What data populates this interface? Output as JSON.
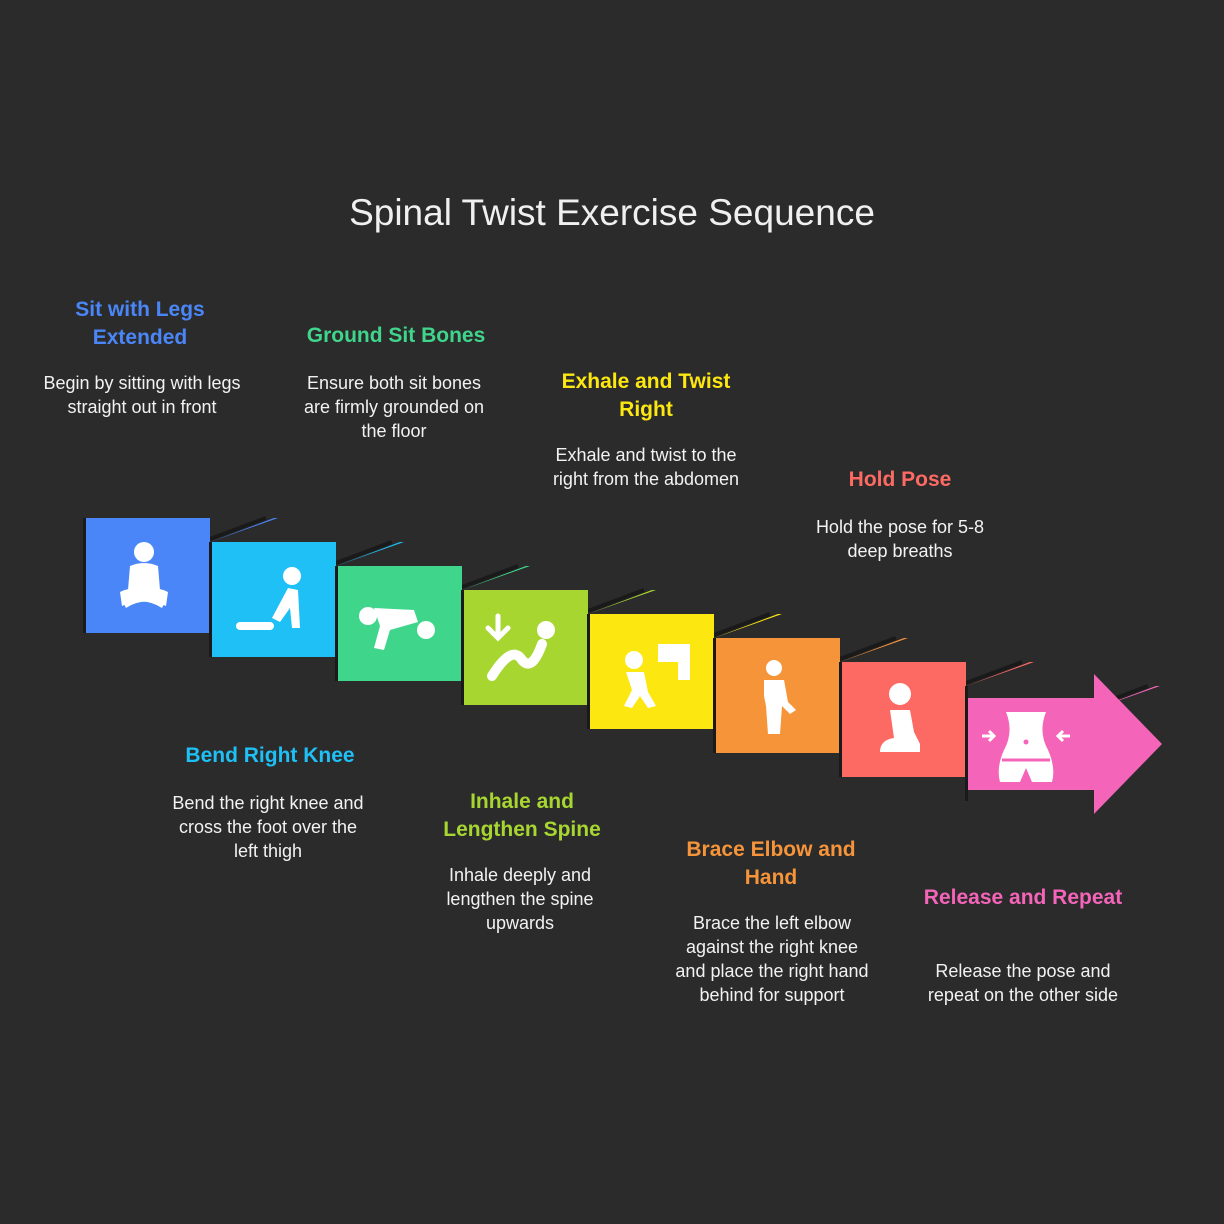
{
  "title": "Spinal Twist Exercise Sequence",
  "steps": [
    {
      "label": "Sit with Legs Extended",
      "description": "Begin by sitting with legs straight out in front",
      "color": "#4a86f7",
      "icon": "seated-meditation-icon"
    },
    {
      "label": "Bend Right Knee",
      "description": "Bend the right knee and cross the foot over the left thigh",
      "color": "#1ec0f5",
      "icon": "kneeling-figure-icon"
    },
    {
      "label": "Ground Sit Bones",
      "description": "Ensure both sit bones are firmly grounded on the floor",
      "color": "#3fd68c",
      "icon": "stretching-figure-icon"
    },
    {
      "label": "Inhale and Lengthen Spine",
      "description": "Inhale deeply and lengthen the spine upwards",
      "color": "#a7d631",
      "icon": "arrow-down-figure-icon"
    },
    {
      "label": "Exhale and Twist Right",
      "description": "Exhale and twist to the right from the abdomen",
      "color": "#fde711",
      "icon": "figure-with-sign-icon"
    },
    {
      "label": "Brace Elbow and Hand",
      "description": "Brace the left elbow against the right knee and place the right hand behind for support",
      "color": "#f6943a",
      "icon": "standing-figure-icon"
    },
    {
      "label": "Hold Pose",
      "description": "Hold the pose for 5-8 deep breaths",
      "color": "#fd6a63",
      "icon": "kneeling-pose-icon"
    },
    {
      "label": "Release and Repeat",
      "description": "Release the pose and repeat on the other side",
      "color": "#f464b9",
      "icon": "waist-icon"
    }
  ]
}
